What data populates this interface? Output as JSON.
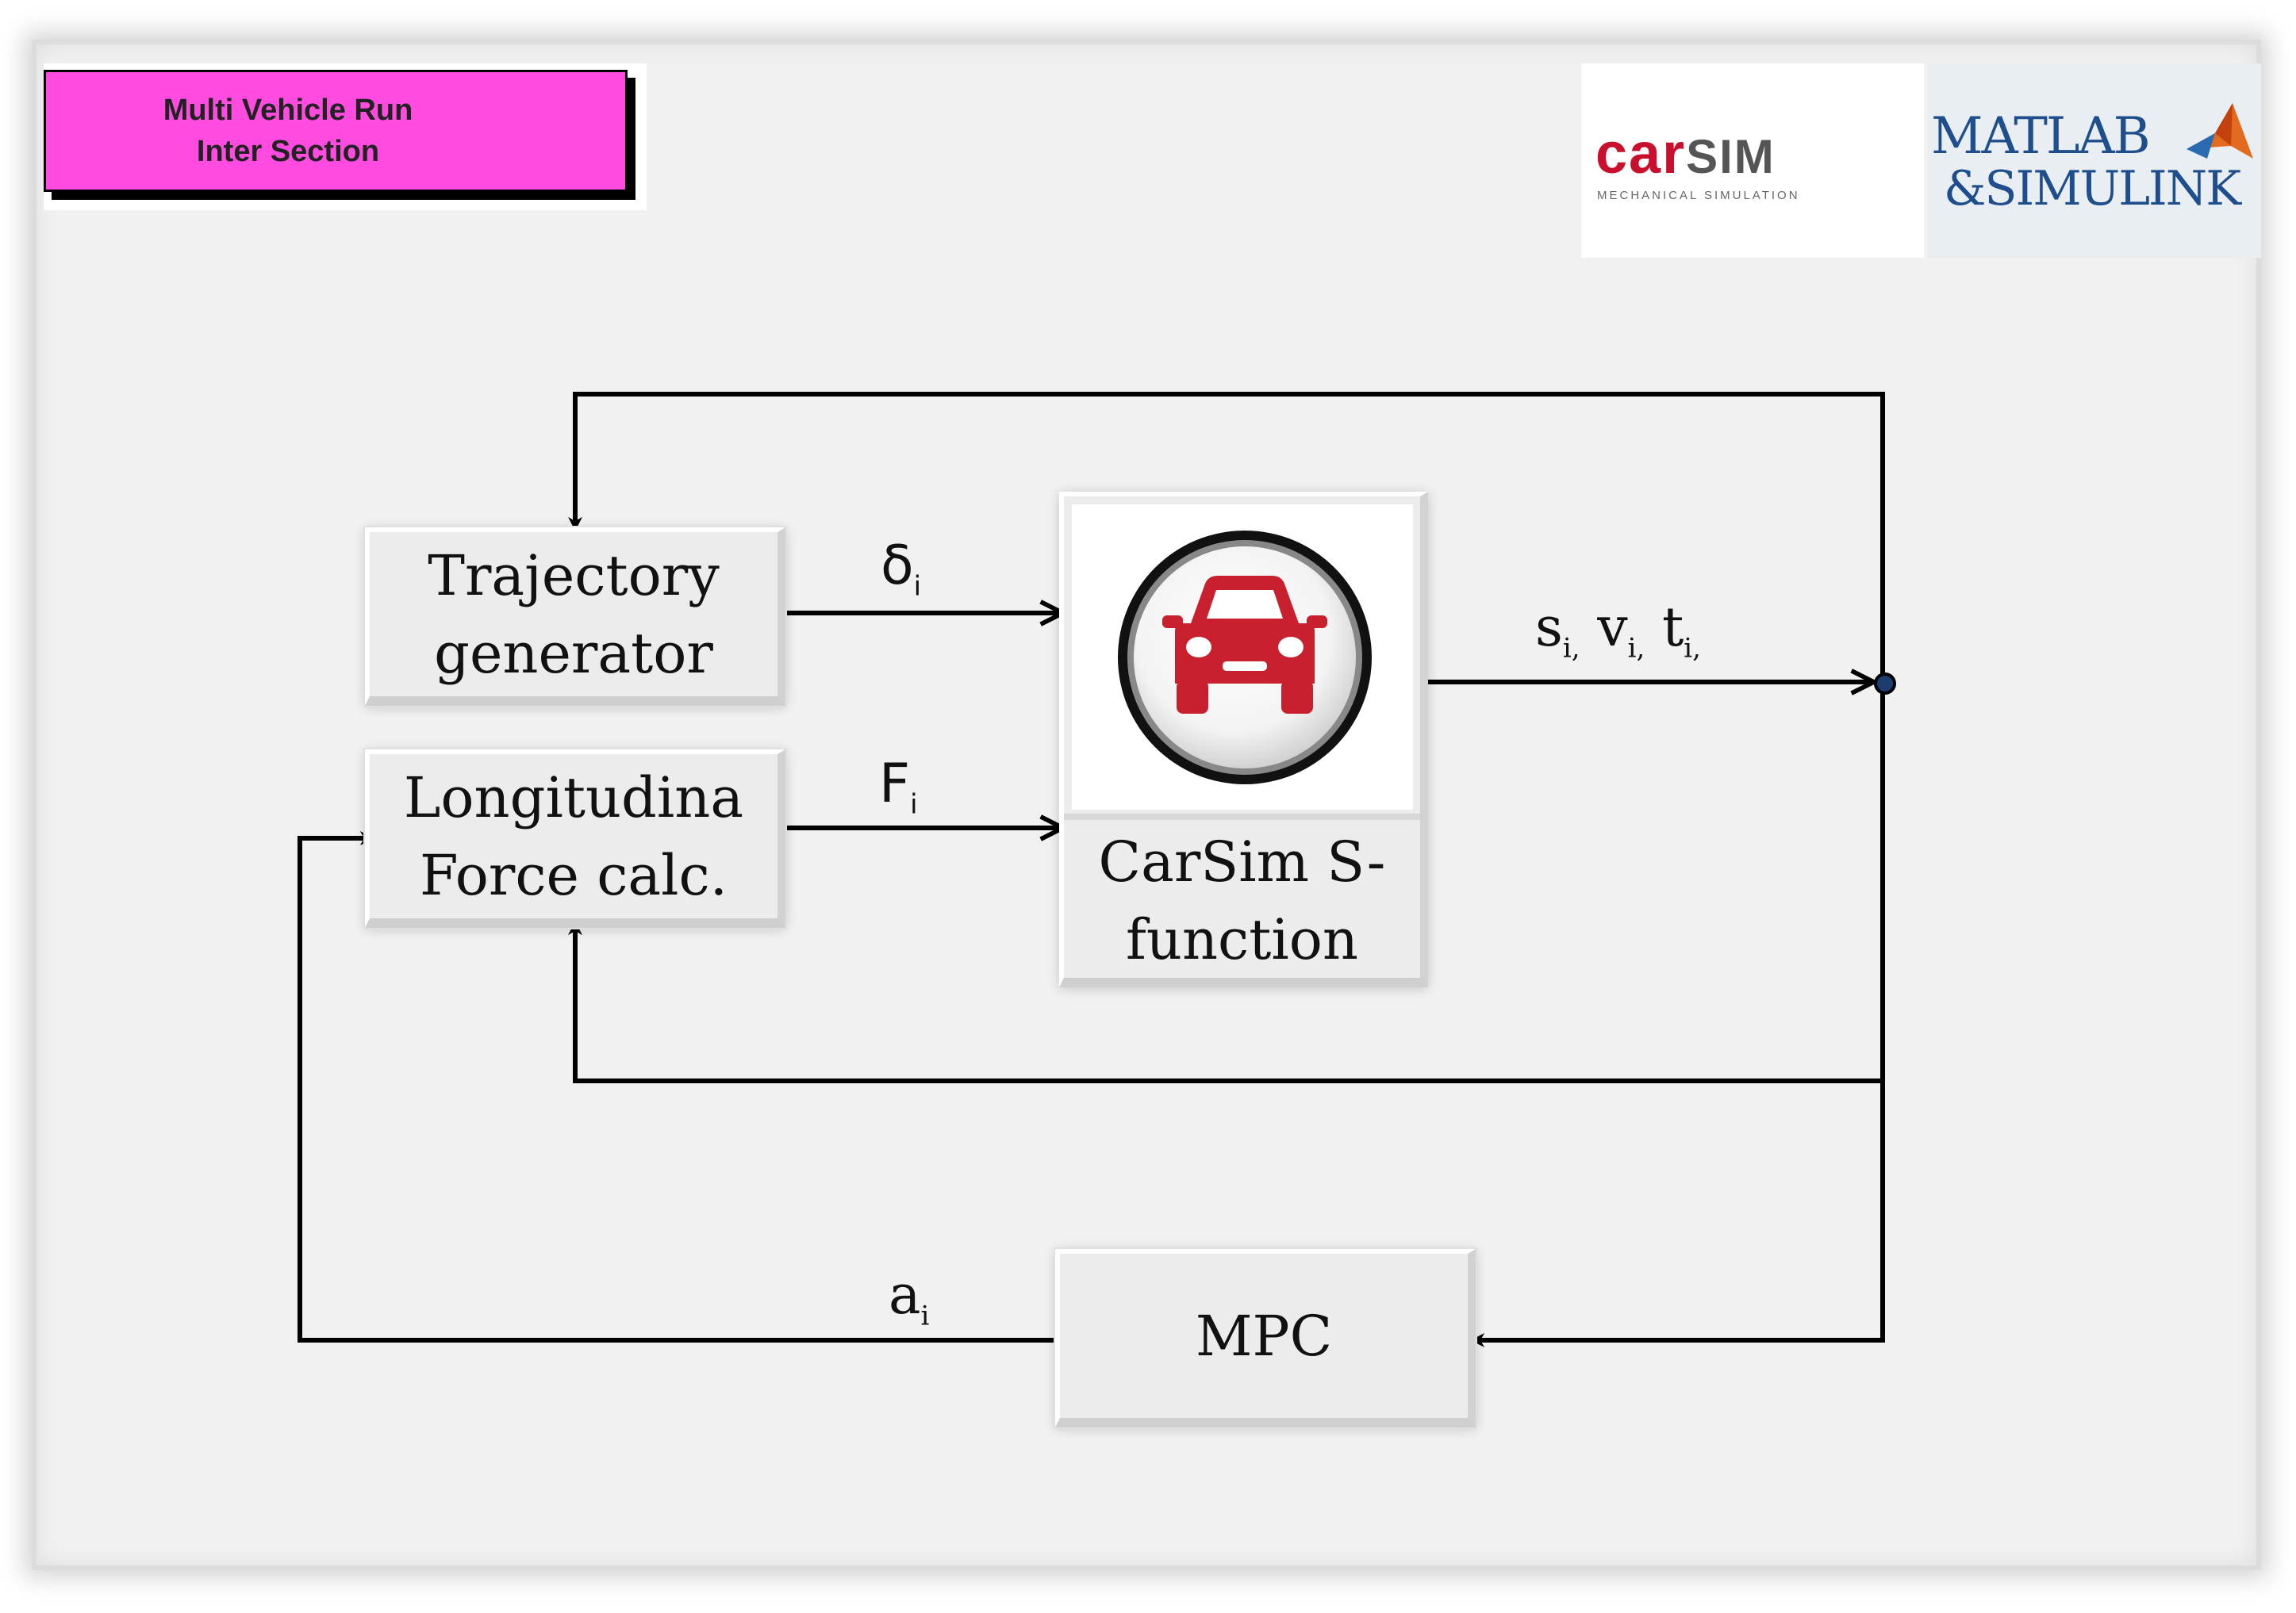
{
  "title": "Multi Vehicle Run\nInter Section",
  "logos": {
    "carsim_main": "car",
    "carsim_sim": "SIM",
    "carsim_sub": "MECHANICAL SIMULATION",
    "matlab": "MATLAB",
    "simulink": "&SIMULINK"
  },
  "blocks": {
    "trajectory": "Trajectory\ngenerator",
    "longitudinal": "Longitudina\nForce calc.",
    "carsim": "CarSim S-\nfunction",
    "mpc": "MPC"
  },
  "signals": {
    "delta": "δ",
    "delta_sub": "i",
    "force": "F",
    "force_sub": "i",
    "s": "s",
    "s_sub": "i,",
    "v": "v",
    "v_sub": "i,",
    "t": "t",
    "t_sub": "i,",
    "a": "a",
    "a_sub": "i"
  },
  "icons": {
    "car": "car-icon",
    "matlab": "matlab-membrane-icon"
  },
  "colors": {
    "title_bg": "#ff4be0",
    "carsim_red": "#c8102e",
    "car_icon": "#c8202f",
    "matlab_blue": "#1f4e8c"
  }
}
